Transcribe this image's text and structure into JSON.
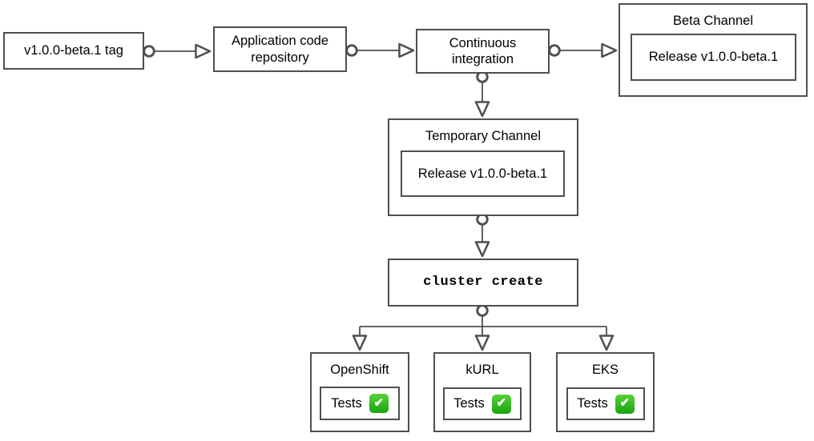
{
  "colors": {
    "stroke": "#4f4f4f",
    "text": "#000000",
    "background": "#ffffff",
    "check_top": "#58d139",
    "check_bottom": "#17a50d",
    "check_mark": "#ffffff"
  },
  "icons": {
    "check": "✔"
  },
  "nodes": {
    "tag": {
      "label": "v1.0.0-beta.1 tag"
    },
    "repo": {
      "line1": "Application code",
      "line2": "repository"
    },
    "ci": {
      "line1": "Continuous",
      "line2": "integration"
    },
    "beta_channel": {
      "title": "Beta Channel",
      "release": "Release v1.0.0-beta.1"
    },
    "temporary_channel": {
      "title": "Temporary Channel",
      "release": "Release v1.0.0-beta.1"
    },
    "cluster_create": {
      "label": "cluster create"
    },
    "openshift": {
      "title": "OpenShift",
      "tests": "Tests"
    },
    "kurl": {
      "title": "kURL",
      "tests": "Tests"
    },
    "eks": {
      "title": "EKS",
      "tests": "Tests"
    }
  }
}
